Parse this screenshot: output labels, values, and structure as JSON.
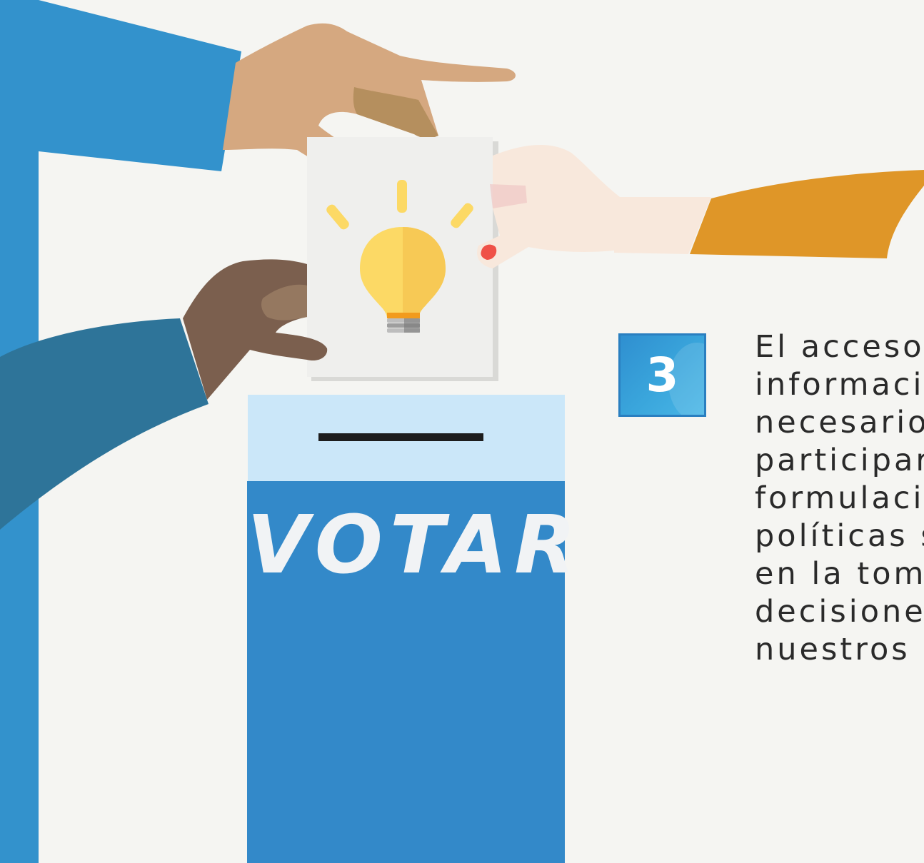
{
  "box": {
    "label": "VOTAR"
  },
  "step": {
    "number": "3"
  },
  "statement": {
    "lines": [
      "El acceso",
      "informaci",
      "necesario",
      "participar",
      "formulaci",
      "políticas s",
      "en la tom",
      "decisione",
      "nuestros"
    ]
  },
  "colors": {
    "background": "#f5f5f2",
    "ballot_box_blue": "#3389c9",
    "ballot_box_slot_panel": "#cbe7f9",
    "pole_blue": "#3392cc",
    "sleeve_dark_blue": "#2e7499",
    "sleeve_orange": "#df9628",
    "bulb_yellow": "#fcd965",
    "badge_blue": "#3aa6dc"
  },
  "icons": {
    "ballot": "lightbulb-icon",
    "badge": "number-badge"
  }
}
